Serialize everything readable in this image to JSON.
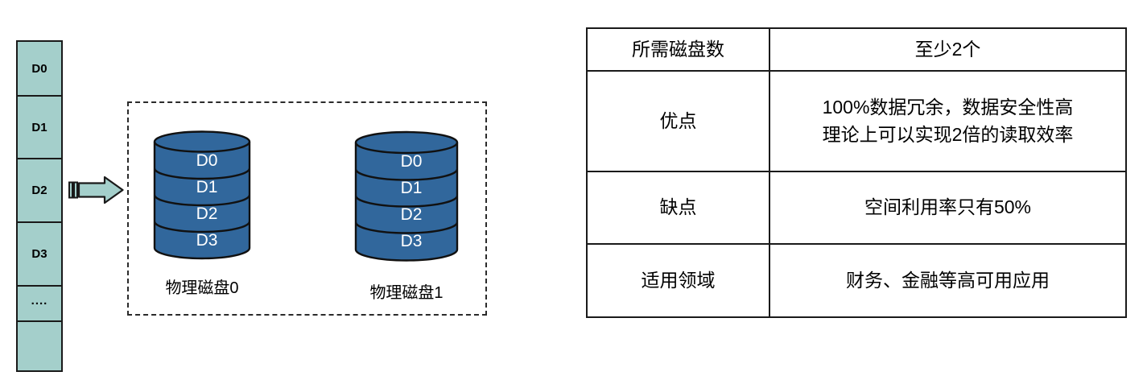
{
  "logical_column": {
    "name": "logical-data-stripe",
    "fill_color": "#a4cfcb",
    "cells": [
      {
        "label": "D0"
      },
      {
        "label": "D1"
      },
      {
        "label": "D2"
      },
      {
        "label": "D3"
      },
      {
        "label": "...."
      },
      {
        "label": ""
      }
    ]
  },
  "arrow": {
    "name": "copy-arrow",
    "direction": "right",
    "fill_color": "#a4cfcb"
  },
  "physical_group": {
    "border_style": "dashed",
    "disks": [
      {
        "label": "物理磁盘0",
        "fill_color": "#31679c",
        "bands": [
          "D0",
          "D1",
          "D2",
          "D3"
        ]
      },
      {
        "label": "物理磁盘1",
        "fill_color": "#31679c",
        "bands": [
          "D0",
          "D1",
          "D2",
          "D3"
        ]
      }
    ]
  },
  "spec_table": {
    "rows": [
      {
        "key": "所需磁盘数",
        "value_lines": [
          "至少2个"
        ]
      },
      {
        "key": "优点",
        "value_lines": [
          "100%数据冗余，数据安全性高",
          "理论上可以实现2倍的读取效率"
        ]
      },
      {
        "key": "缺点",
        "value_lines": [
          "空间利用率只有50%"
        ]
      },
      {
        "key": "适用领域",
        "value_lines": [
          "财务、金融等高可用应用"
        ]
      }
    ]
  }
}
